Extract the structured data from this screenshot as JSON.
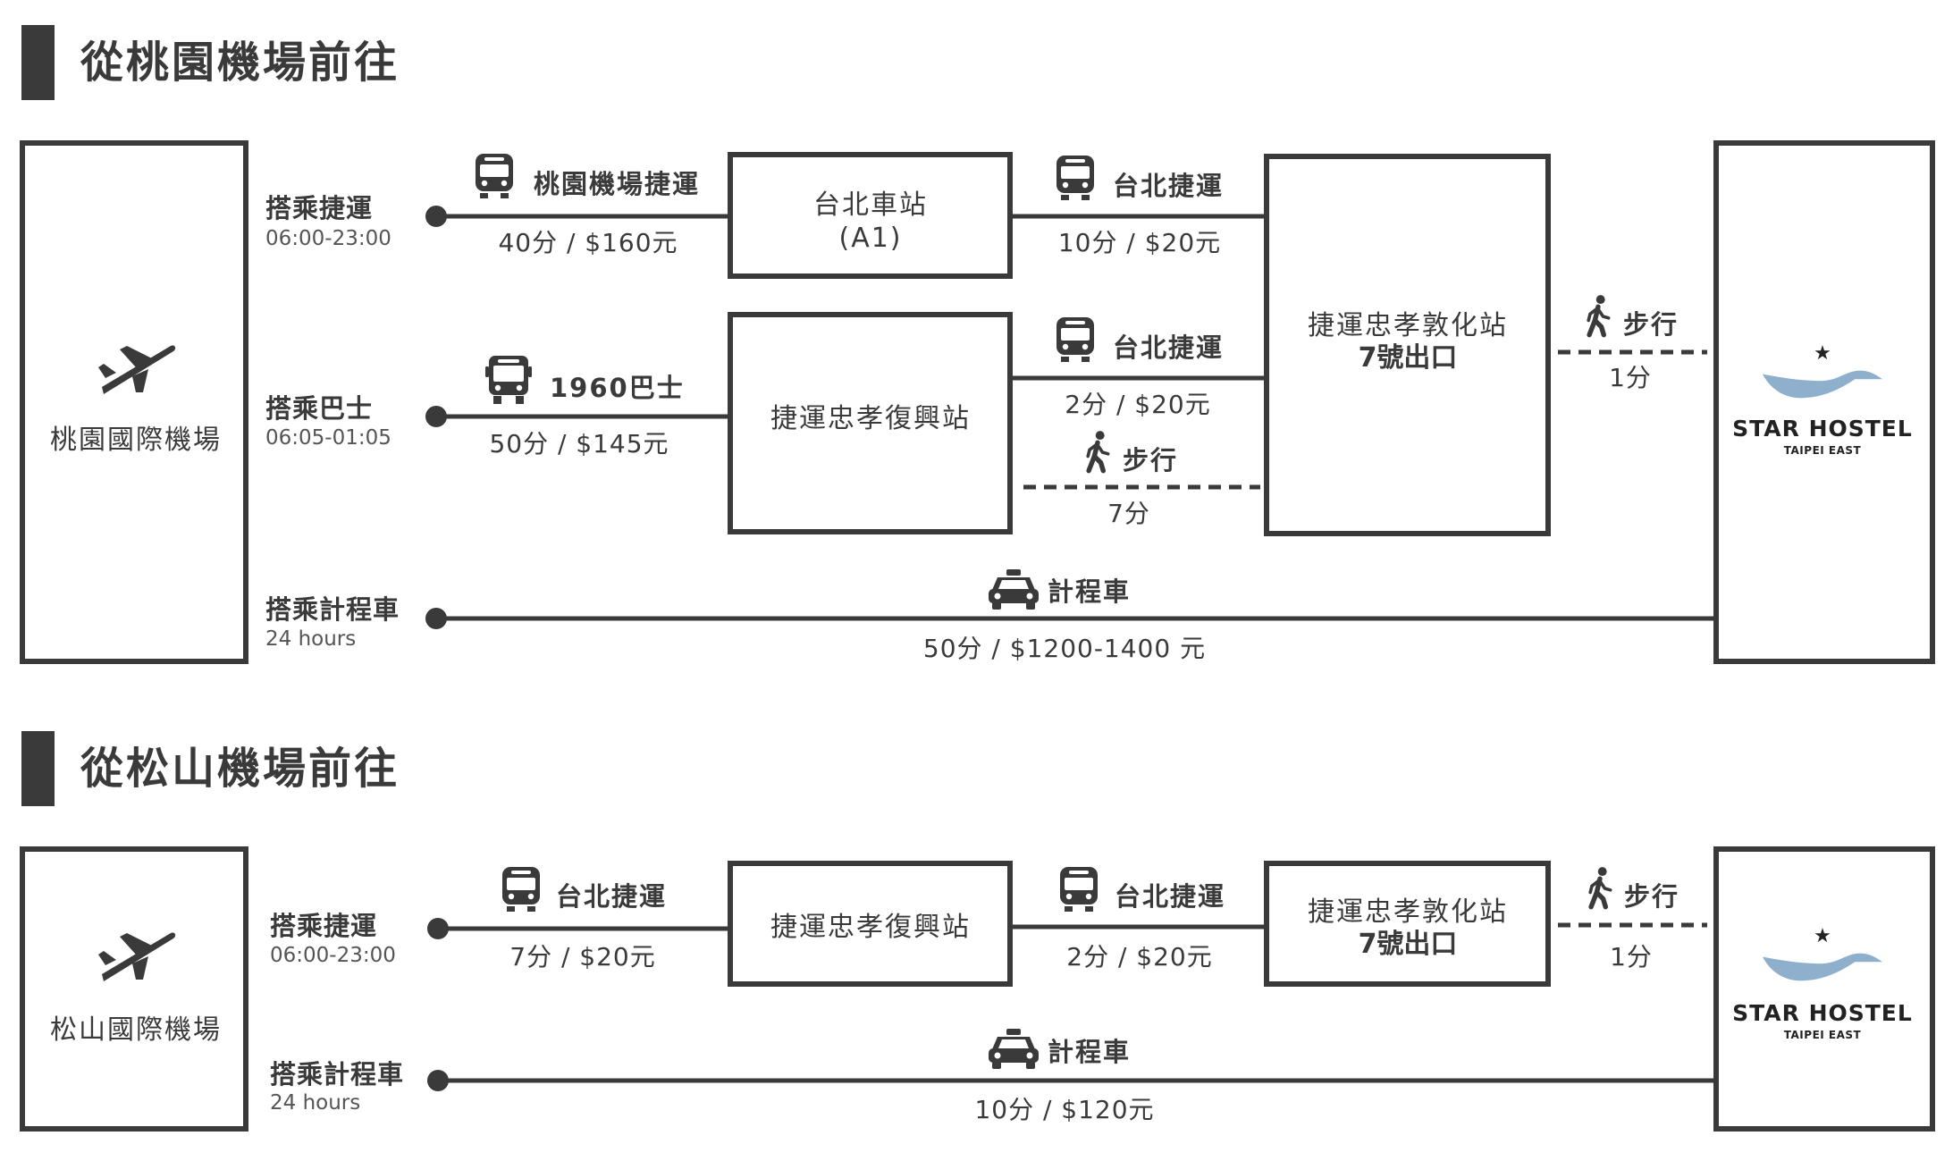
{
  "colors": {
    "ink": "#3a3a3a",
    "wave": "#8fb0cc"
  },
  "sections": [
    {
      "title": "從桃園機場前往",
      "origin": "桃園國際機場",
      "routes": [
        {
          "label": "搭乘捷運",
          "hours": "06:00-23:00"
        },
        {
          "label": "搭乘巴士",
          "hours": "06:05-01:05"
        },
        {
          "label": "搭乘計程車",
          "hours": "24 hours"
        }
      ],
      "legs": [
        {
          "mode": "桃園機場捷運",
          "cost": "40分 / $160元"
        },
        {
          "mode": "台北捷運",
          "cost": "10分 / $20元"
        },
        {
          "mode": "1960巴士",
          "cost": "50分 / $145元"
        },
        {
          "mode": "台北捷運",
          "cost": "2分 / $20元"
        },
        {
          "mode": "步行",
          "cost": "7分"
        },
        {
          "mode": "步行",
          "cost": "1分"
        },
        {
          "mode": "計程車",
          "cost": "50分 / $1200-1400 元"
        }
      ],
      "stations": [
        {
          "line1": "台北車站",
          "line2": "(A1)"
        },
        {
          "line1": "捷運忠孝復興站"
        },
        {
          "line1": "捷運忠孝敦化站",
          "line2": "7號出口"
        }
      ]
    },
    {
      "title": "從松山機場前往",
      "origin": "松山國際機場",
      "routes": [
        {
          "label": "搭乘捷運",
          "hours": "06:00-23:00"
        },
        {
          "label": "搭乘計程車",
          "hours": "24 hours"
        }
      ],
      "legs": [
        {
          "mode": "台北捷運",
          "cost": "7分 / $20元"
        },
        {
          "mode": "台北捷運",
          "cost": "2分 / $20元"
        },
        {
          "mode": "步行",
          "cost": "1分"
        },
        {
          "mode": "計程車",
          "cost": "10分 / $120元"
        }
      ],
      "stations": [
        {
          "line1": "捷運忠孝復興站"
        },
        {
          "line1": "捷運忠孝敦化站",
          "line2": "7號出口"
        }
      ]
    }
  ],
  "logo": {
    "name": "STAR HOSTEL",
    "sub": "TAIPEI EAST"
  },
  "icons": [
    "airplane-icon",
    "train-icon",
    "bus-icon",
    "taxi-icon",
    "walking-person-icon",
    "star-icon"
  ]
}
